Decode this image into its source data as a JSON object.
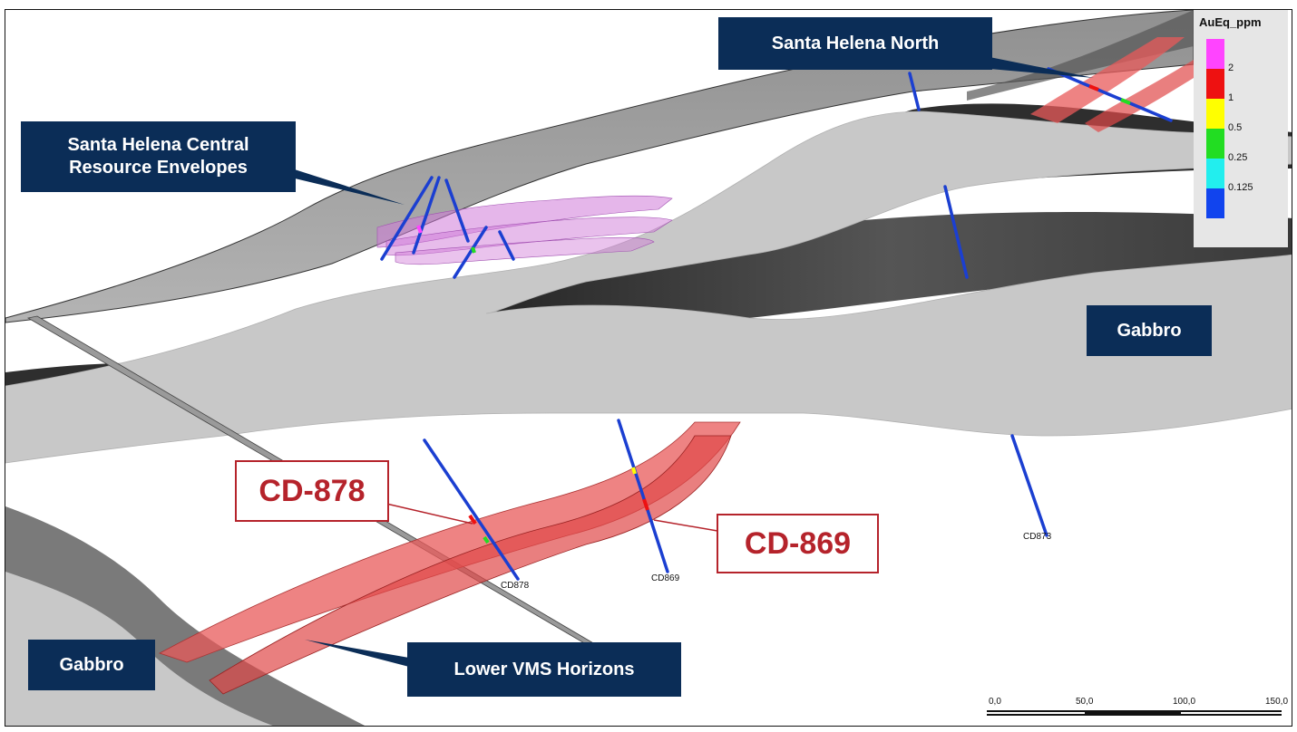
{
  "labels": {
    "central": "Santa Helena Central\nResource Envelopes",
    "north": "Santa Helena North",
    "gabbro_right": "Gabbro",
    "gabbro_left": "Gabbro",
    "lower_vms": "Lower VMS Horizons",
    "cd878_callout": "CD-878",
    "cd869_callout": "CD-869"
  },
  "drillholes": {
    "cd878": "CD878",
    "cd869": "CD869",
    "cd873": "CD873"
  },
  "legend": {
    "title": "AuEq_ppm",
    "values": [
      "2",
      "1",
      "0.5",
      "0.25",
      "0.125"
    ],
    "colors": [
      "#ff44ff",
      "#ee1111",
      "#ffff00",
      "#22dd22",
      "#22eeee",
      "#1144ee"
    ]
  },
  "scale_bar": {
    "ticks": [
      "0,0",
      "50,0",
      "100,0",
      "150,0"
    ]
  },
  "colors": {
    "navy": "#0b2d57",
    "callout_red": "#b5232b",
    "gabbro_light": "#c8c8c8",
    "gabbro_dark": "#3a3a3a",
    "vms_red": "#e85a5a",
    "drill_blue": "#1b3fd1"
  }
}
